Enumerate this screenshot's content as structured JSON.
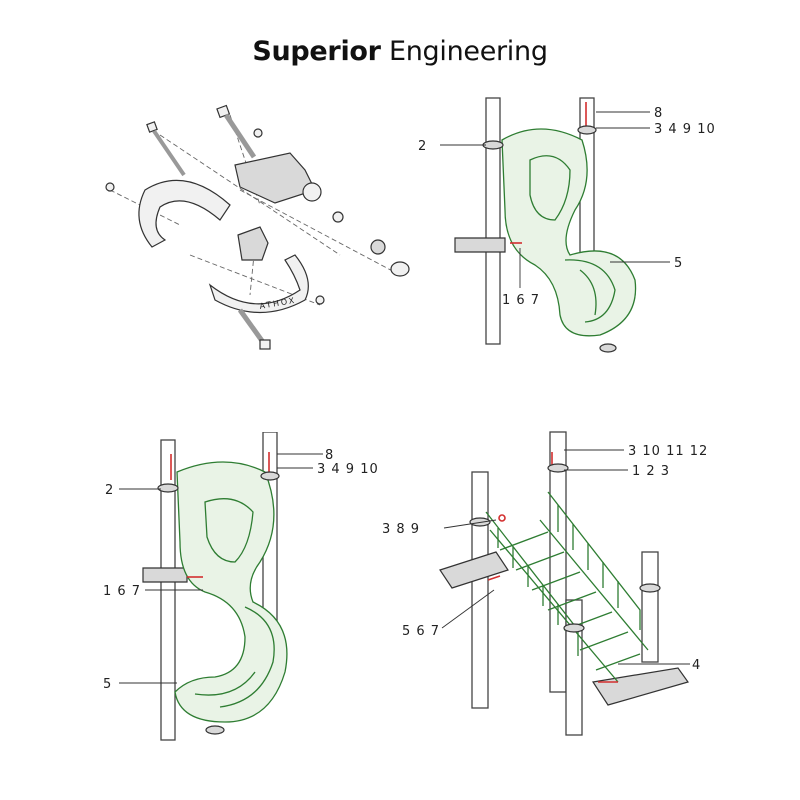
{
  "title": {
    "bold": "Superior",
    "regular": " Engineering"
  },
  "panel_top_left": {
    "logo_text": "ATHOX"
  },
  "panel_top_right": {
    "callouts": [
      "8",
      "3 4 9 10",
      "2",
      "5",
      "1 6 7"
    ]
  },
  "panel_bottom_left": {
    "callouts": [
      "8",
      "3 4 9 10",
      "2",
      "1 6 7",
      "5"
    ]
  },
  "panel_bottom_right": {
    "callouts": [
      "3 10 11 12",
      "1 2 3",
      "3 8 9",
      "5 6 7",
      "4"
    ]
  },
  "colors": {
    "outline": "#444444",
    "slide": "#2e7d32",
    "hardware": "#d32f2f"
  }
}
